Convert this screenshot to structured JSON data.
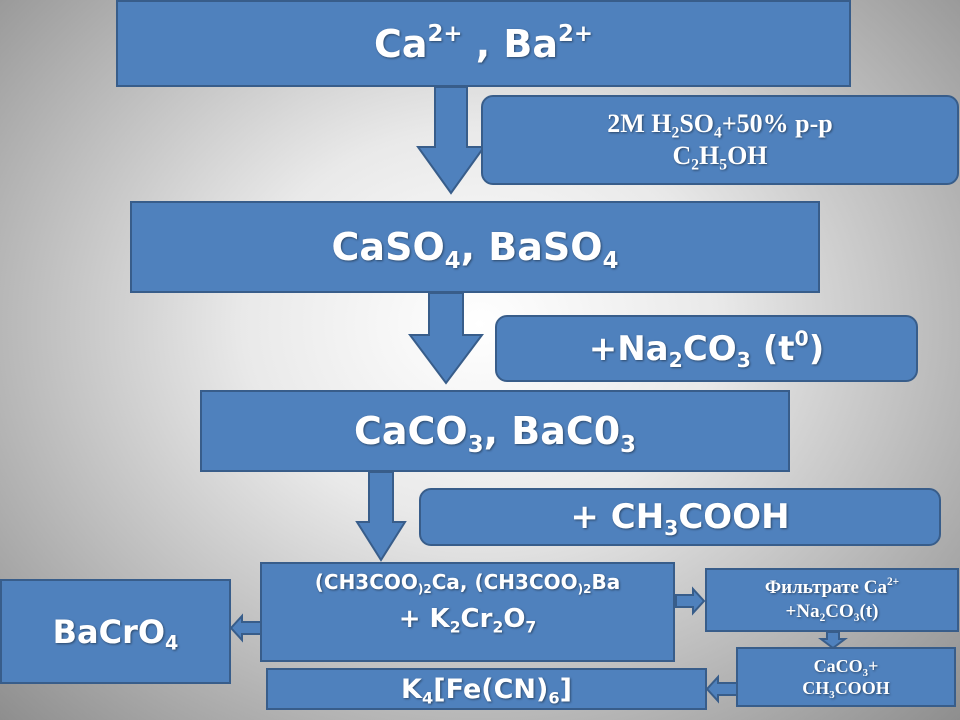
{
  "node1": {
    "a": "Ca",
    "a_sup": "2+",
    "sep": " , ",
    "b": "Ba",
    "b_sup": "2+"
  },
  "reagent1": {
    "l1a": "2M  H",
    "l1b": "2",
    "l1c": "SO",
    "l1d": "4",
    "l1e": "+50% р-р",
    "l2a": "C",
    "l2b": "2",
    "l2c": "H",
    "l2d": "5",
    "l2e": "OH"
  },
  "node2": {
    "a": "CaSO",
    "a_sub": "4",
    "sep": ", ",
    "b": "BaSO",
    "b_sub": "4"
  },
  "reagent2": {
    "a": "+Na",
    "b": "2",
    "c": "CO",
    "d": "3",
    "e": " (t",
    "f": "0",
    "g": ")"
  },
  "node3": {
    "a": "CaCO",
    "a_sub": "3",
    "sep": ", ",
    "b": "BaC0",
    "b_sub": "3"
  },
  "reagent3": {
    "a": "+ CH",
    "b": "3",
    "c": "COOH"
  },
  "node4": {
    "l1a": "(CH3COO",
    "l1b": ")2",
    "l1c": "Ca, (CH3COO",
    "l1d": ")2",
    "l1e": "Ba",
    "l2a": "+ K",
    "l2b": "2",
    "l2c": "Cr",
    "l2d": "2",
    "l2e": "O",
    "l2f": "7"
  },
  "result_left": {
    "a": "BaCrO",
    "b": "4"
  },
  "filtrate": {
    "l1a": "Фильтрате Ca",
    "l1b": "2+",
    "l2a": "+Na",
    "l2b": "2",
    "l2c": "CO",
    "l2d": "3",
    "l2e": "(t)"
  },
  "caco3_box": {
    "l1a": "CaCO",
    "l1b": "3",
    "l1c": "+",
    "l2a": "CH",
    "l2b": "3",
    "l2c": "COOH"
  },
  "ferro_box": {
    "a": "K",
    "b": "4",
    "c": "[Fe(CN)",
    "d": "6",
    "e": "]"
  },
  "colors": {
    "box_fill": "#4f81bd",
    "box_border": "#385d8a",
    "text": "#ffffff"
  }
}
